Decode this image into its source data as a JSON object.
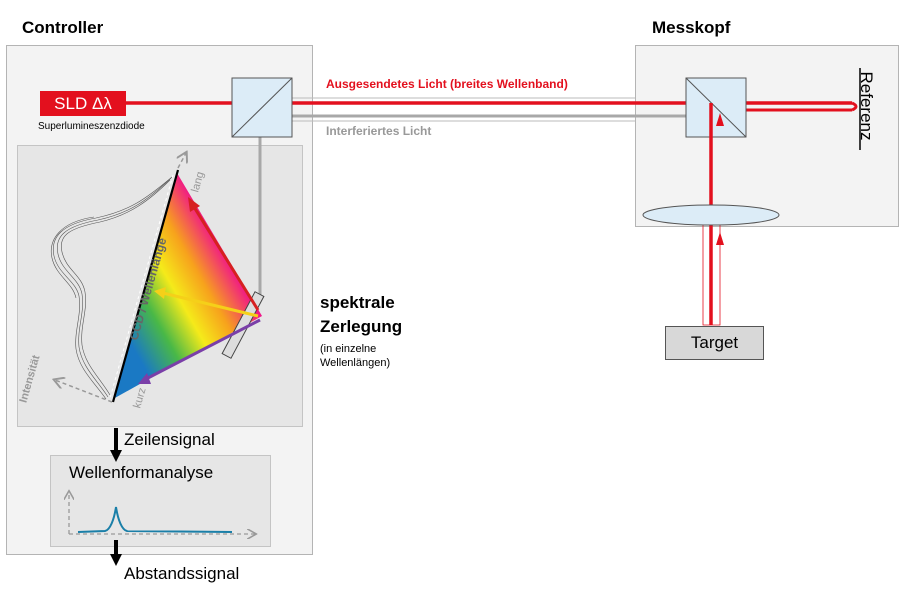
{
  "controller": {
    "title": "Controller"
  },
  "messkopf": {
    "title": "Messkopf"
  },
  "sld": {
    "label": "SLD Δλ",
    "caption": "Superlumineszenzdiode"
  },
  "beams": {
    "emitted": "Ausgesendetes Licht (breites Wellenband)",
    "interfered": "Interferiertes Licht"
  },
  "referenz": "Referenz",
  "target": "Target",
  "spectral": {
    "line1": "spektrale",
    "line2": "Zerlegung",
    "note1": "(in einzelne",
    "note2": "Wellenlängen)"
  },
  "ccd": {
    "axis": "CCD / Wellenlänge",
    "long": "lang",
    "short": "kurz",
    "intensity": "Intensität"
  },
  "signals": {
    "line_signal": "Zeilensignal",
    "waveform": "Wellenformanalyse",
    "distance": "Abstandssignal"
  },
  "colors": {
    "beam_red": "#e3101e",
    "beam_grey": "#a0a0a0",
    "waveform": "#1a7fa8"
  }
}
